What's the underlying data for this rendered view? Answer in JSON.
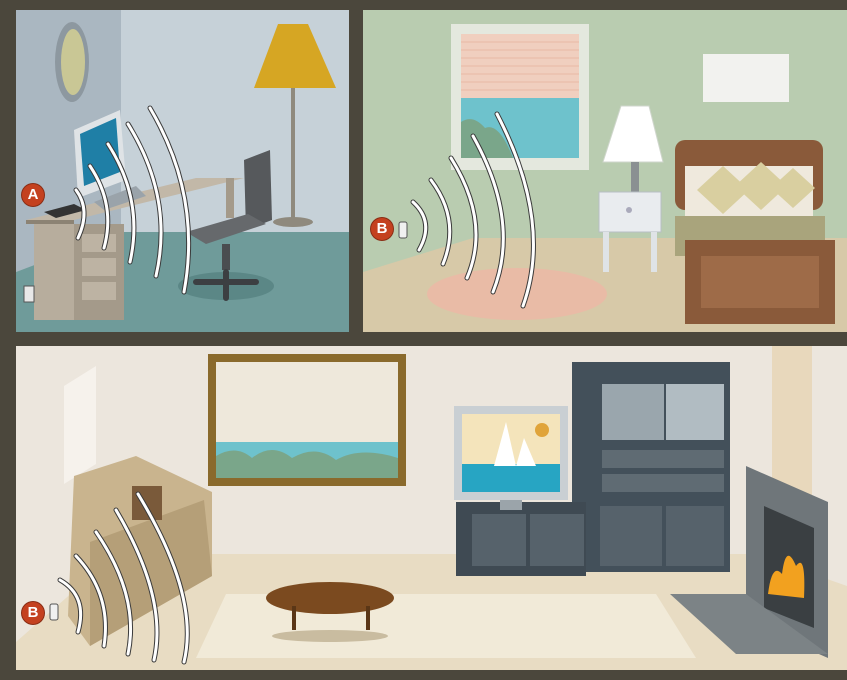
{
  "colors": {
    "frame": "#4b473c",
    "wave_stroke": "#ffffff",
    "wave_outline": "#3a3a3a",
    "badge": "#c4411f",
    "office_wall": "#c6d1d8",
    "office_floor": "#6f9b9a",
    "bedroom_wall": "#b9ccb0",
    "bedroom_floor": "#d7c9a8",
    "living_wall": "#ece6dd",
    "living_floor": "#e8dcc3"
  },
  "scenes": {
    "office": {
      "badge": "A",
      "icons": [
        "router-icon",
        "desk-icon",
        "monitor-icon",
        "office-chair-icon",
        "floor-lamp-icon",
        "wall-mirror-icon",
        "wall-outlet-icon"
      ]
    },
    "bedroom": {
      "badge": "B",
      "icons": [
        "wireless-extender-icon",
        "window-blinds-icon",
        "table-lamp-icon",
        "nightstand-icon",
        "bed-icon",
        "rug-icon"
      ]
    },
    "living_room": {
      "badge": "B",
      "icons": [
        "wireless-extender-icon",
        "sofa-icon",
        "coffee-table-icon",
        "tv-icon",
        "entertainment-center-icon",
        "fireplace-icon",
        "framed-window-icon"
      ]
    }
  }
}
